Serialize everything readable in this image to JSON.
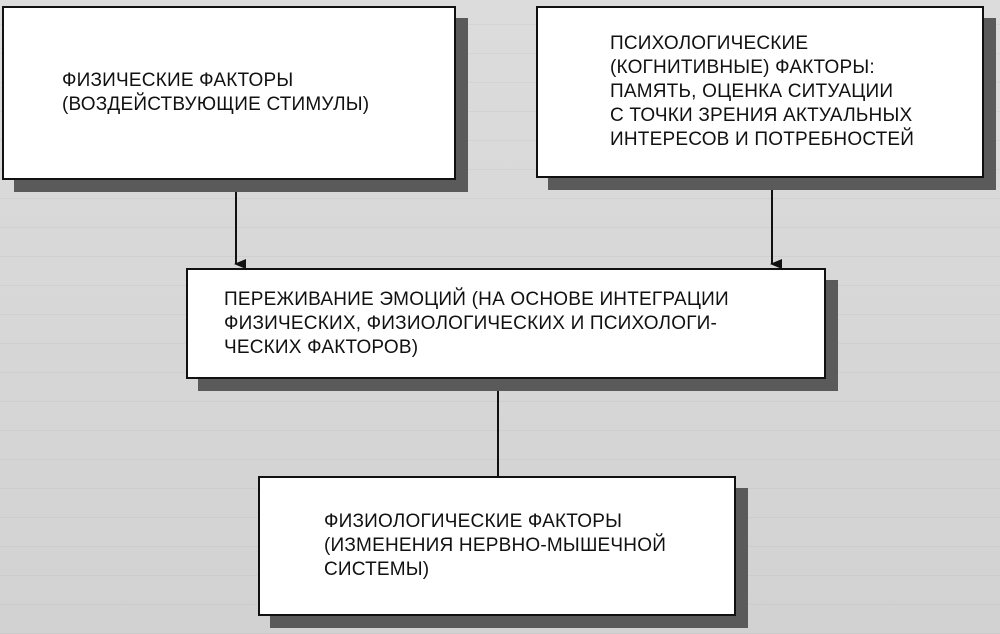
{
  "boxes": {
    "physical": "ФИЗИЧЕСКИЕ ФАКТОРЫ\n(ВОЗДЕЙСТВУЮЩИЕ СТИМУЛЫ)",
    "psychological": "ПСИХОЛОГИЧЕСКИЕ\n(КОГНИТИВНЫЕ) ФАКТОРЫ:\nПАМЯТЬ, ОЦЕНКА СИТУАЦИИ\nС ТОЧКИ ЗРЕНИЯ АКТУАЛЬНЫХ\nИНТЕРЕСОВ И ПОТРЕБНОСТЕЙ",
    "emotion": "ПЕРЕЖИВАНИЕ ЭМОЦИЙ (НА ОСНОВЕ ИНТЕГРАЦИИ\nФИЗИЧЕСКИХ, ФИЗИОЛОГИЧЕСКИХ И ПСИХОЛОГИ-\nЧЕСКИХ ФАКТОРОВ)",
    "physiological": "ФИЗИОЛОГИЧЕСКИЕ ФАКТОРЫ\n(ИЗМЕНЕНИЯ НЕРВНО-МЫШЕЧНОЙ\nСИСТЕМЫ)"
  }
}
